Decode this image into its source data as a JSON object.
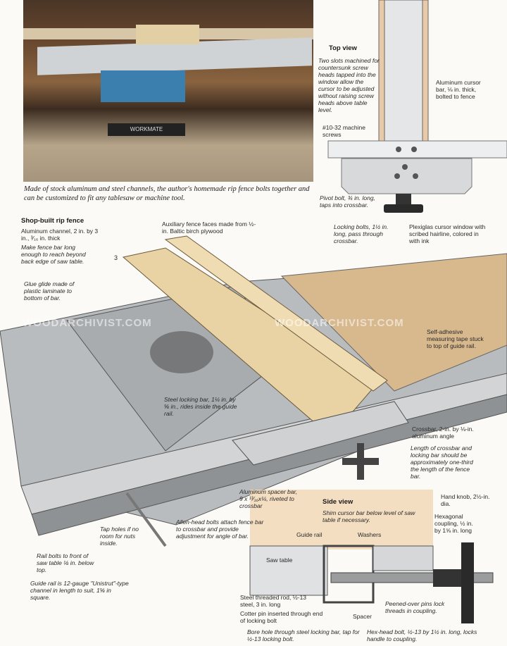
{
  "photo": {
    "workbench_brand": "WORKMATE",
    "caption": "Made of stock aluminum and steel channels, the author's homemade rip fence bolts together and can be customized to fit any tablesaw or machine tool."
  },
  "top_view": {
    "title": "Top view",
    "labels": {
      "slots": "Two slots machined for countersunk screw heads tapped into the window allow the cursor to be adjusted without raising screw heads above table level.",
      "cursor_bar": "Aluminum cursor bar, ⅛ in. thick, bolted to fence",
      "machine_screws": "#10-32 machine screws",
      "pivot_bolt": "Pivot bolt, ¾ in. long, taps into crossbar.",
      "locking_bolts": "Locking bolts, 1½ in. long, pass through crossbar.",
      "plexiglas": "Plexiglas cursor window with scribed hairline, colored in with ink"
    }
  },
  "main": {
    "title": "Shop-built rip fence",
    "dimension": "3",
    "watermark": "WOODARCHIVIST.COM",
    "labels": {
      "channel": "Aluminum channel, 2 in. by 3 in., ³⁄₁₆ in. thick",
      "fence_bar": "Make fence bar long enough to reach beyond back edge of saw table.",
      "glue_glide": "Glue glide made of plastic laminate to bottom of bar.",
      "aux_faces": "Auxiliary fence faces made from ½-in. Baltic birch plywood",
      "tape": "Self-adhesive measuring tape stuck to top of guide rail.",
      "locking_bar": "Steel locking bar, 1¼ in. by ⅝ in., rides inside the guide rail.",
      "crossbar": "Crossbar, 2-in. by ⅛-in. aluminum angle",
      "crossbar_length": "Length of crossbar and locking bar should be approximately one-third the length of the fence bar.",
      "spacer_bar": "Aluminum spacer bar, 9 x ¹³⁄₁₆x¼, riveted to crossbar",
      "allen_bolts": "Allen-head bolts attach fence bar to crossbar and provide adjustment for angle of bar.",
      "tap_holes": "Tap holes if no room for nuts inside.",
      "rail_bolts": "Rail bolts to front of saw table ⅛ in. below top.",
      "guide_rail_spec": "Guide rail is 12-gauge \"Unistrut\"-type channel in length to suit, 1⅝ in square."
    }
  },
  "side_view": {
    "title": "Side view",
    "labels": {
      "shim": "Shim cursor bar below level of saw table if necessary.",
      "guide_rail": "Guide rail",
      "washers": "Washers",
      "saw_table": "Saw table",
      "hand_knob": "Hand knob, 2½-in. dia.",
      "coupling": "Hexagonal coupling, ½ in. by 1⅝ in. long",
      "threaded_rod": "Steel threaded rod, ½-13 steel, 3 in. long",
      "cotter_pin": "Cotter pin inserted through end of locking bolt",
      "bore_hole": "Bore hole through steel locking bar, tap for ½-13 locking bolt.",
      "spacer": "Spacer",
      "peened_pins": "Peened-over pins lock threads in coupling.",
      "hex_bolt": "Hex-head bolt, ½-13 by 1½ in. long, locks handle to coupling."
    }
  }
}
